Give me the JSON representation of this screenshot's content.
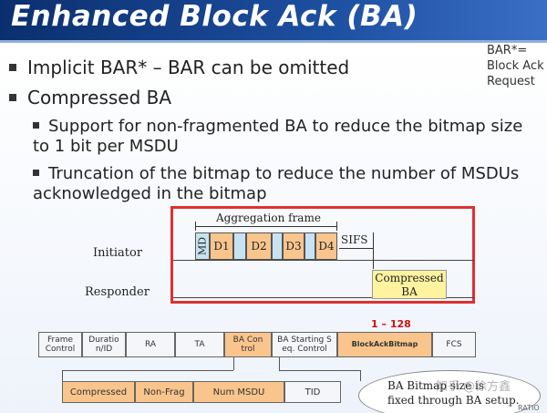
{
  "slide": {
    "title": "Enhanced Block Ack (BA)",
    "bullets": [
      "Implicit BAR* – BAR can be omitted",
      "Compressed BA"
    ],
    "sub_bullets": [
      "Support for non-fragmented BA  to reduce the bitmap size to 1 bit per MSDU",
      "Truncation of the bitmap to reduce the number of MSDUs acknowledged in the bitmap"
    ],
    "side_note": [
      "BAR*=",
      "Block Ack",
      "Request"
    ]
  },
  "diagram": {
    "aggregation_label": "Aggregation frame",
    "initiator_label": "Initiator",
    "responder_label": "Responder",
    "md_label": "MD",
    "subframes": [
      "D1",
      "D2",
      "D3",
      "D4"
    ],
    "sifs_label": "SIFS",
    "compressed_ba": [
      "Compressed",
      "BA"
    ]
  },
  "frame_format": {
    "range_label": "1 – 128",
    "fields": [
      "Frame Control",
      "Duratio n/ID",
      "RA",
      "TA",
      "BA Con trol",
      "BA Starting S eq. Control",
      "BlockAckBitmap",
      "FCS"
    ],
    "ba_control_fields": [
      "Compressed",
      "Non-Frag",
      "Num MSDU",
      "TID"
    ]
  },
  "callout": {
    "line1": "BA Bitmap size is",
    "line2": "fixed through BA setup."
  },
  "watermark": "知乎 @徐方鑫",
  "corner_text": "RATIO"
}
